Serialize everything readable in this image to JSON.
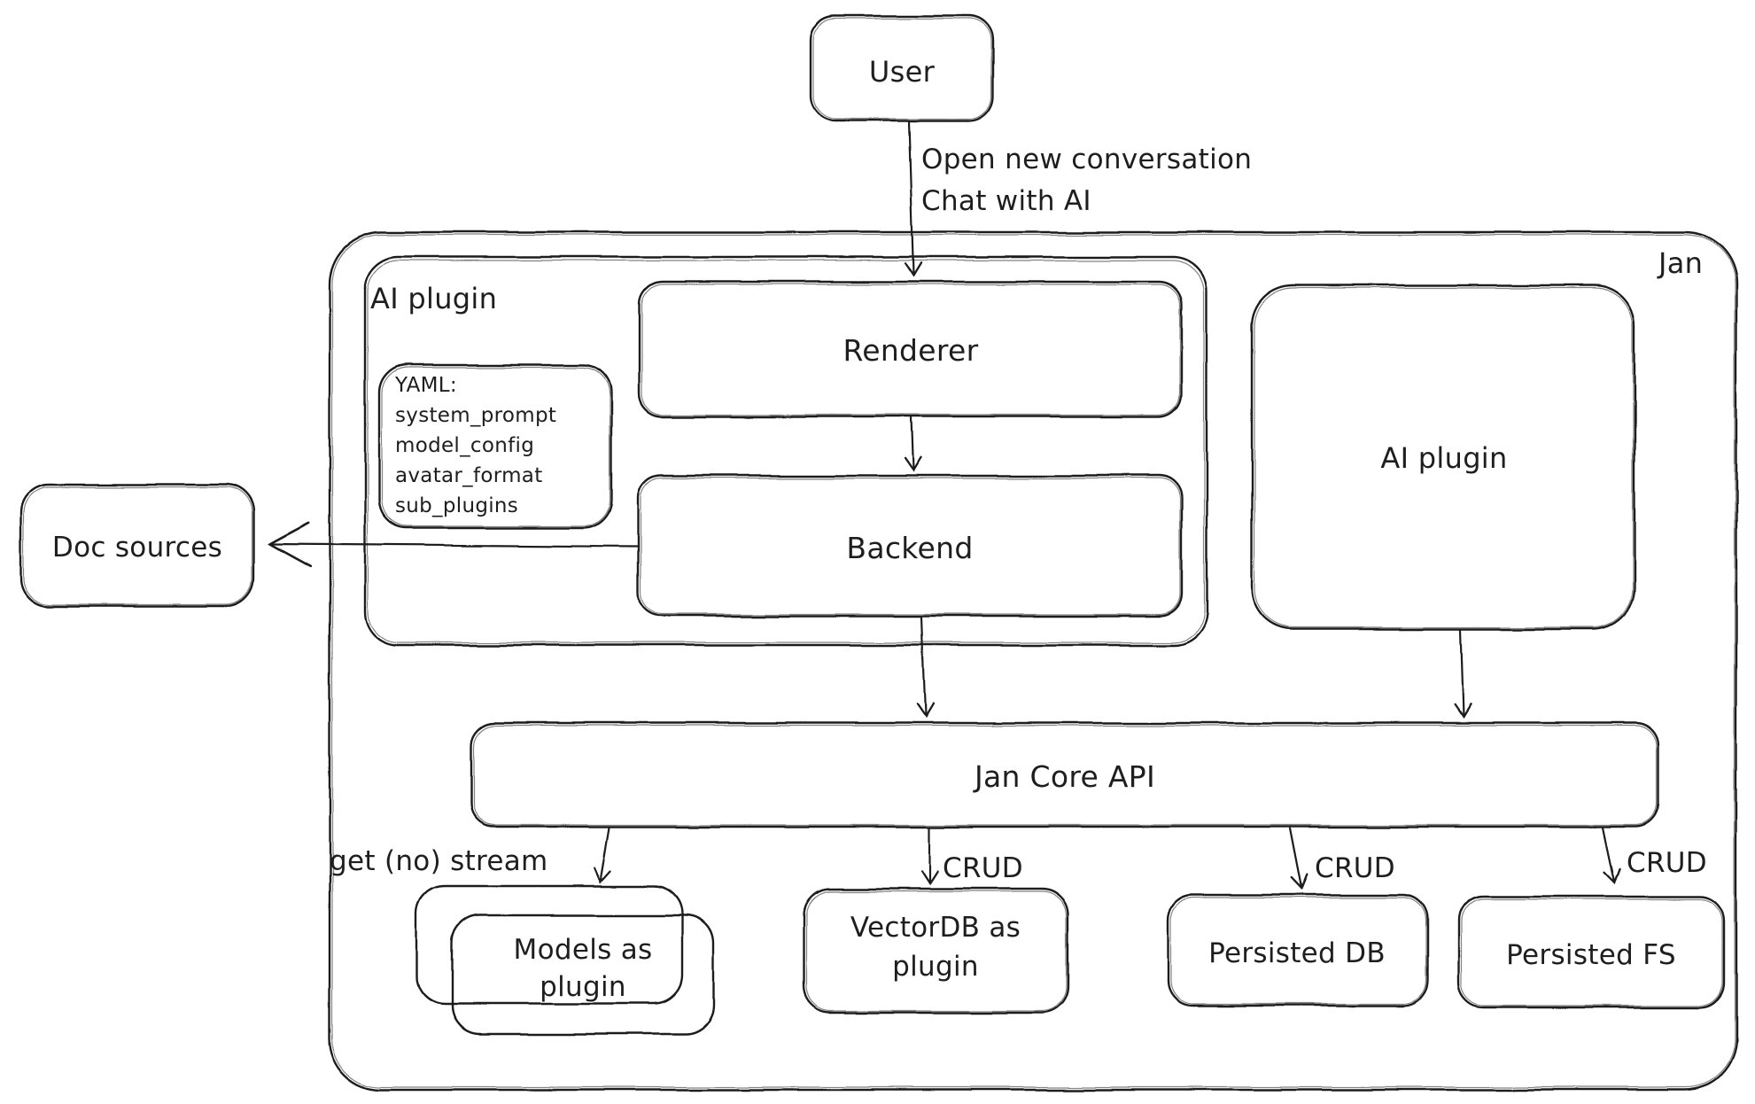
{
  "diagram": {
    "container_label": "Jan",
    "nodes": {
      "user": "User",
      "ai_plugin_group": "AI plugin",
      "renderer": "Renderer",
      "backend": "Backend",
      "doc_sources": "Doc sources",
      "ai_plugin_box": "AI plugin",
      "jan_core_api": "Jan Core API",
      "models_as_plugin": {
        "line1": "Models as",
        "line2": "plugin"
      },
      "vectordb_as_plugin": {
        "line1": "VectorDB as",
        "line2": "plugin"
      },
      "persisted_db": "Persisted DB",
      "persisted_fs": "Persisted FS"
    },
    "yaml_note": {
      "title": "YAML:",
      "items": [
        "system_prompt",
        "model_config",
        "avatar_format",
        "sub_plugins"
      ]
    },
    "edge_labels": {
      "user_to_app": [
        "Open new conversation",
        "Chat with AI"
      ],
      "core_to_models": "get (no) stream",
      "core_to_vectordb": "CRUD",
      "core_to_persisted_db": "CRUD",
      "core_to_persisted_fs": "CRUD"
    },
    "colors": {
      "stroke": "#1e1e1e",
      "background": "#ffffff"
    }
  }
}
